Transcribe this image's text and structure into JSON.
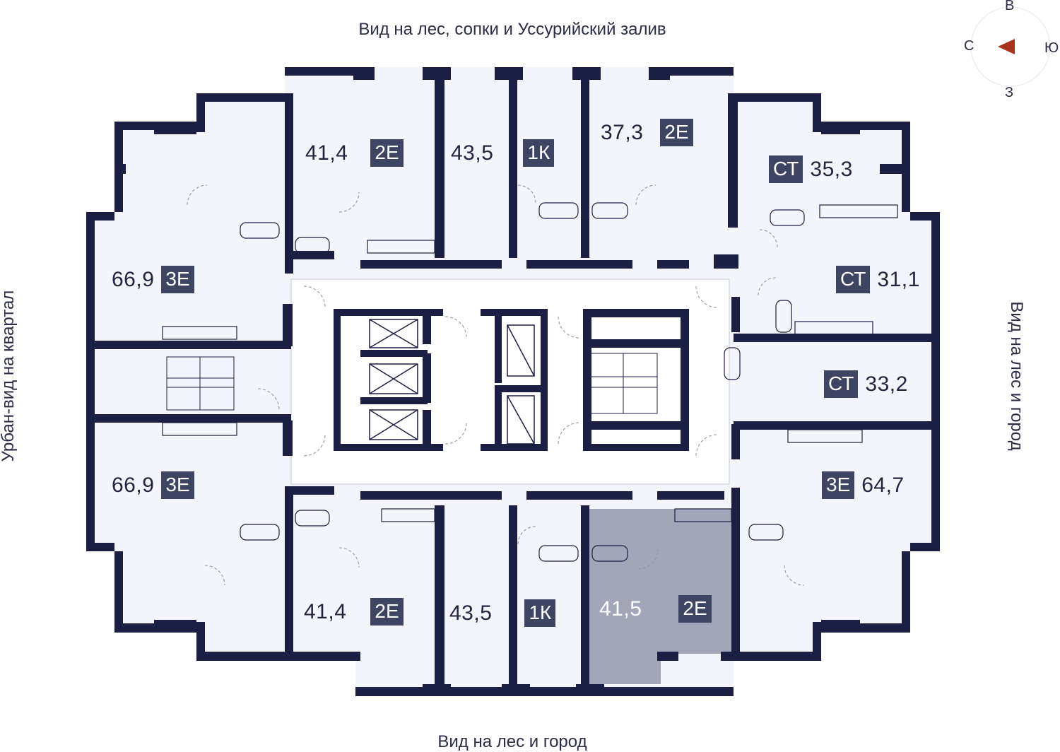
{
  "views": {
    "top": "Вид на лес, сопки и Уссурийский залив",
    "bottom": "Вид на лес и город",
    "left": "Урбан-вид на квартал",
    "right": "Вид на лес и город"
  },
  "compass": {
    "north": "С",
    "south": "Ю",
    "east": "В",
    "west": "З",
    "arrow_color": "#a8321e"
  },
  "colors": {
    "wall": "#1b1f44",
    "room_fill": "#f4f5fa",
    "highlight_fill": "#a3a6b9",
    "tag_bg": "#3d4563"
  },
  "apartments": [
    {
      "area": "41,4",
      "type": "2Е"
    },
    {
      "area": "43,5",
      "type": "1К"
    },
    {
      "area": "37,3",
      "type": "2Е"
    },
    {
      "area": "35,3",
      "type": "СТ"
    },
    {
      "area": "66,9",
      "type": "3Е"
    },
    {
      "area": "31,1",
      "type": "СТ"
    },
    {
      "area": "33,2",
      "type": "СТ"
    },
    {
      "area": "66,9",
      "type": "3Е"
    },
    {
      "area": "64,7",
      "type": "3Е"
    },
    {
      "area": "41,4",
      "type": "2Е"
    },
    {
      "area": "43,5",
      "type": "1К"
    },
    {
      "area": "41,5",
      "type": "2Е",
      "highlighted": true
    }
  ]
}
